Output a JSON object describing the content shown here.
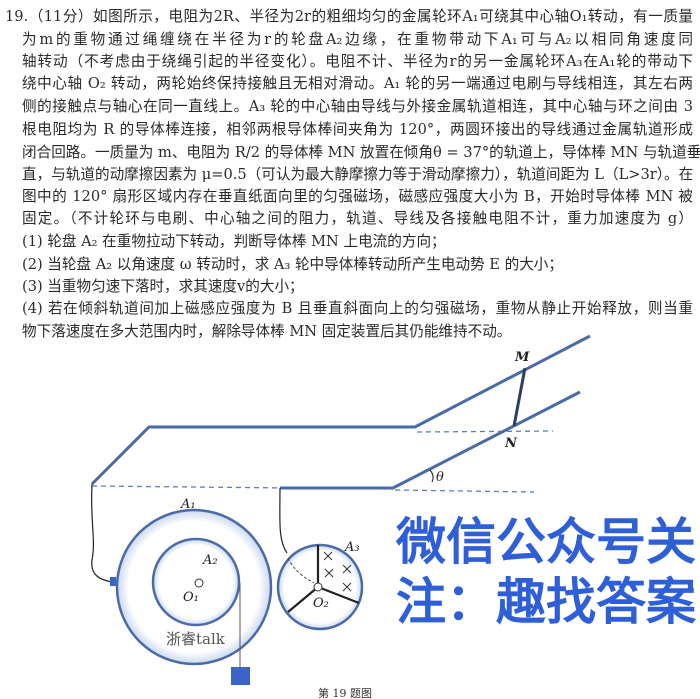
{
  "problem": {
    "lines": [
      "19.（11分）如图所示，电阻为2R、半径为2r的粗细均匀的金属轮环A₁可绕其中心轴O₁转动，有一质量",
      "为m的重物通过绳缠绕在半径为r的轮盘A₂边缘，在重物带动下A₁可与A₂以相同角速度同",
      "轴转动（不考虑由于绕绳引起的半径变化）。电阻不计、半径为r的另一金属轮环A₃在A₁轮的带动下",
      "绕中心轴 O₂ 转动，两轮始终保持接触且无相对滑动。A₁ 轮的另一端通过电刷与导线相连，其左右两",
      "侧的接触点与轴心在同一直线上。A₃ 轮的中心轴由导线与外接金属轨道相连，其中心轴与环之间由 3",
      "根电阻均为 R 的导体棒连接，相邻两根导体棒间夹角为 120°，两圆环接出的导线通过金属轨道形成",
      "闭合回路。一质量为 m、电阻为 R/2 的导体棒 MN 放置在倾角θ = 37°的轨道上，导体棒 MN 与轨道垂",
      "直，与轨道的动摩擦因素为 μ=0.5（可认为最大静摩擦力等于滑动摩擦力），轨道间距为 L（L>3r）。在",
      "图中的 120° 扇形区域内存在垂直纸面向里的匀强磁场，磁感应强度大小为 B，开始时导体棒 MN 被",
      "固定。（不计轮环与电刷、中心轴之间的阻力，轨道、导线及各接触电阻不计，重力加速度为 g）"
    ],
    "questions": [
      "(1) 轮盘 A₂ 在重物拉动下转动，判断导体棒 MN 上电流的方向；",
      "(2) 当轮盘 A₂ 以角速度 ω 转动时，求 A₃ 轮中导体棒转动所产生电动势 E 的大小；",
      "(3) 当重物匀速下落时，求其速度v的大小；",
      "(4) 若在倾斜轨道间加上磁感应强度为 B 且垂直斜面向上的匀强磁场，重物从静止开始释放，则当重",
      "物下落速度在多大范围内时，解除导体棒 MN 固定装置后其仍能维持不动。"
    ]
  },
  "watermark_top": "微信公众号关注：趣找答案",
  "figure": {
    "labels": {
      "M": "M",
      "N": "N",
      "theta": "θ",
      "A1": "A₁",
      "A2": "A₂",
      "A3": "A₃",
      "O1": "O₁",
      "O2": "O₂"
    },
    "watermark": "浙睿talk",
    "caption": "第 19 题图"
  },
  "colors": {
    "rail": "#4a6aa8",
    "watermark": "#2f5fd8",
    "weight": "#3a64c8"
  }
}
